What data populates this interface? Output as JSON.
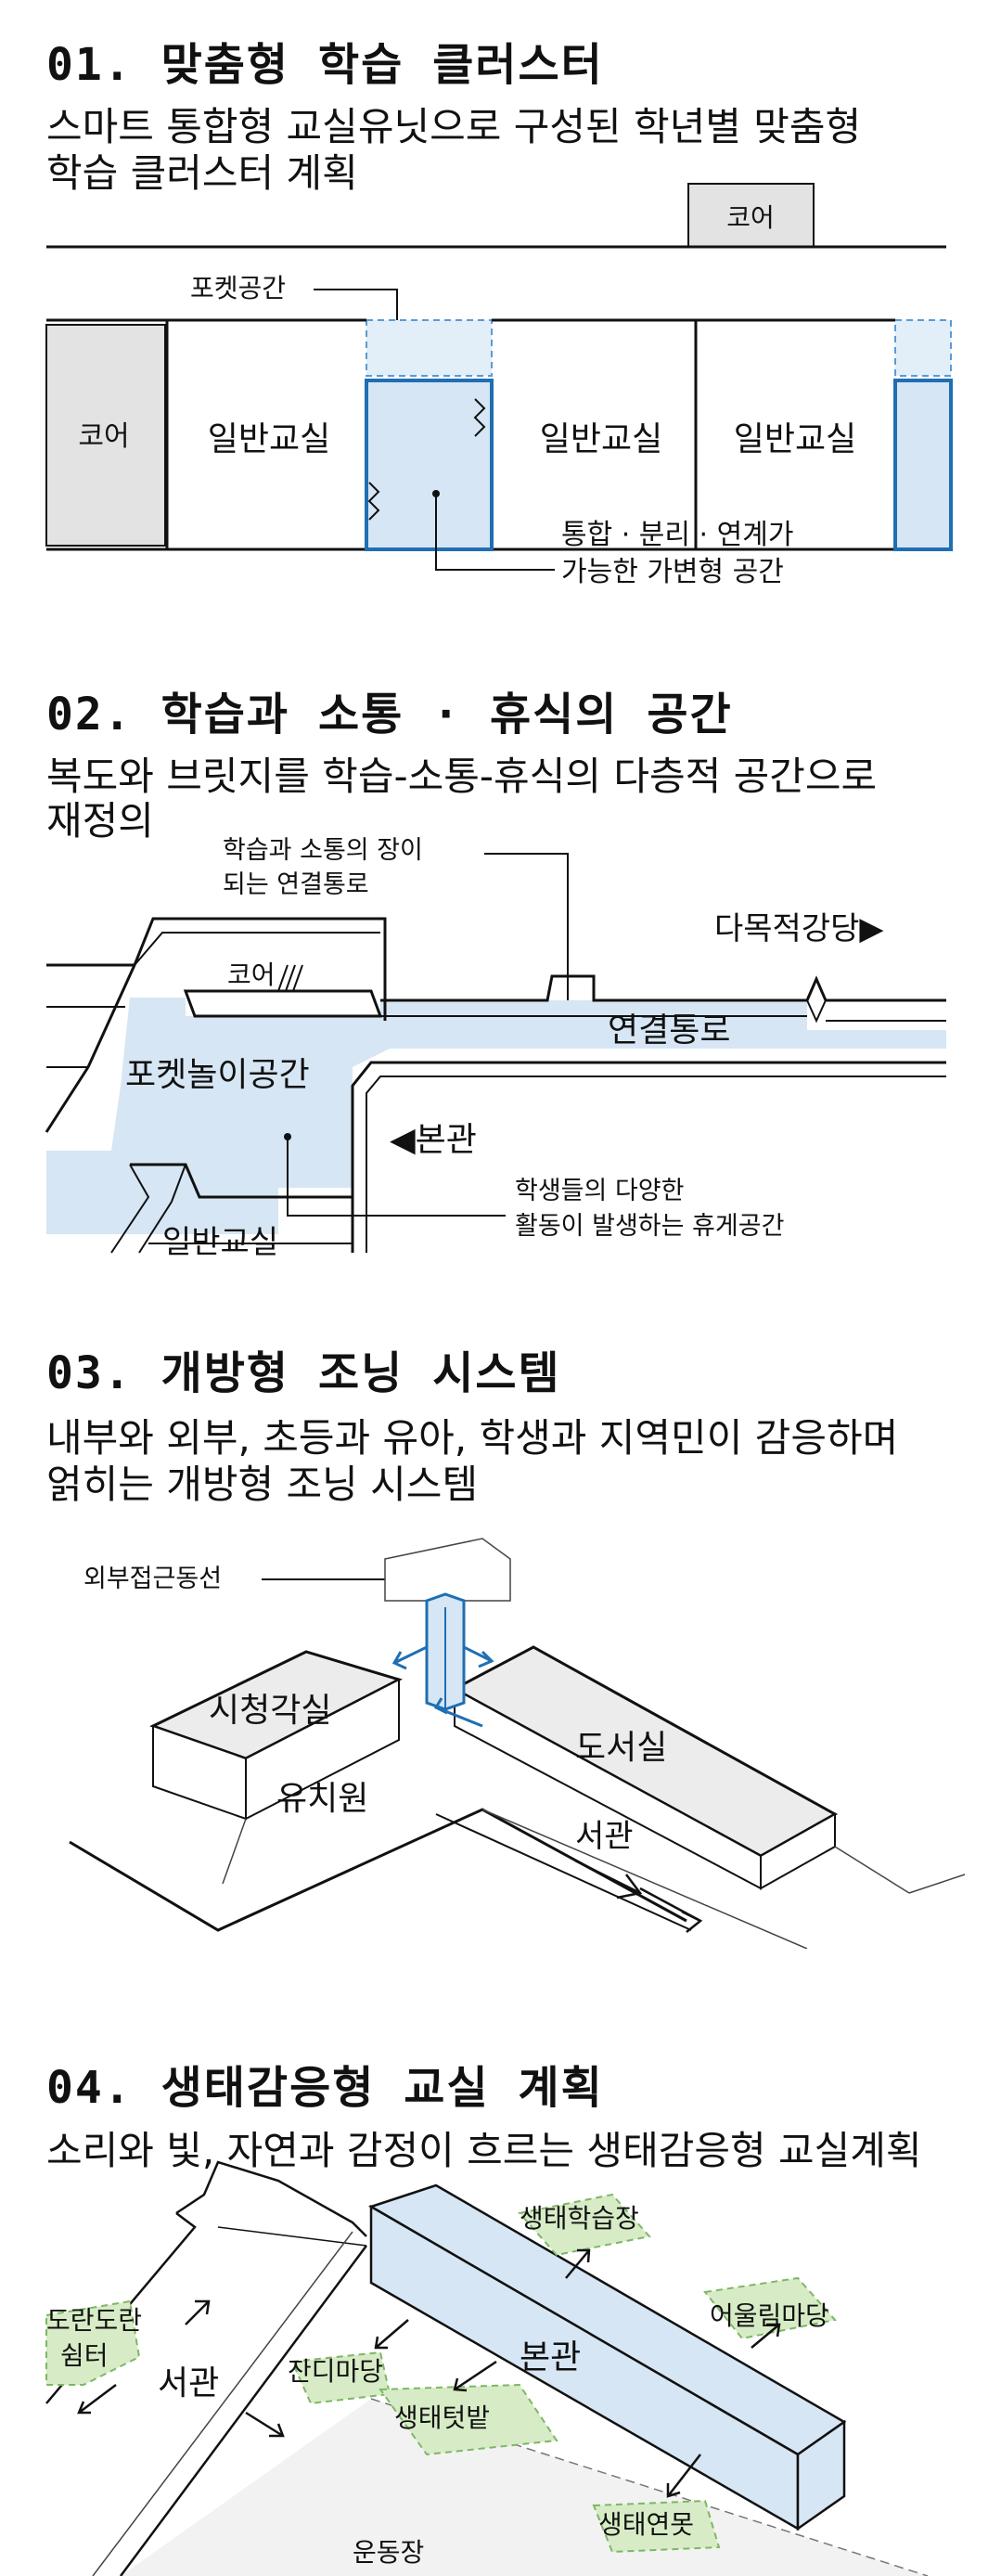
{
  "sections": [
    {
      "title": "01. 맞춤형 학습 클러스터",
      "desc1": "스마트 통합형 교실유닛으로 구성된 학년별 맞춤형",
      "desc2": "학습 클러스터 계획",
      "labels": {
        "core_top": "코어",
        "pocket": "포켓공간",
        "core_left": "코어",
        "room1": "일반교실",
        "room2": "일반교실",
        "room3": "일반교실",
        "note1": "통합 · 분리 · 연계가",
        "note2": "가능한 가변형 공간"
      }
    },
    {
      "title": "02. 학습과 소통 · 휴식의 공간",
      "desc1": "복도와 브릿지를 학습-소통-휴식의 다층적 공간으로",
      "desc2": "재정의",
      "labels": {
        "callout1a": "학습과 소통의 장이",
        "callout1b": "되는 연결통로",
        "core": "코어",
        "hall": "다목적강당▶",
        "corridor": "연결통로",
        "pocket_play": "포켓놀이공간",
        "main": "◀본관",
        "callout2a": "학생들의 다양한",
        "callout2b": "활동이 발생하는 휴게공간",
        "classroom": "일반교실"
      }
    },
    {
      "title": "03. 개방형 조닝 시스템",
      "desc1": "내부와 외부, 초등과 유아, 학생과 지역민이 감응하며",
      "desc2": "얽히는 개방형 조닝 시스템",
      "labels": {
        "access": "외부접근동선",
        "av_room": "시청각실",
        "library": "도서실",
        "kinder": "유치원",
        "west": "서관"
      }
    },
    {
      "title": "04. 생태감응형 교실 계획",
      "desc1": "소리와 빛, 자연과 감정이 흐르는 생태감응형 교실계획",
      "labels": {
        "eco_learn": "생태학습장",
        "dorandoran1": "도란도란",
        "dorandoran2": "쉼터",
        "main": "본관",
        "eoullim": "어울림마당",
        "west": "서관",
        "lawn": "잔디마당",
        "garden": "생태텃밭",
        "pond": "생태연못",
        "field": "운동장"
      }
    }
  ],
  "colors": {
    "line": "#111111",
    "blue_fill": "#d6e6f4",
    "blue_stroke": "#1f6fb2",
    "core_gray": "#e3e3e3",
    "green_fill": "#d7ecc6",
    "green_stroke": "#7db764",
    "bldg_gray": "#ececec",
    "field_gray": "#f2f2f2"
  }
}
